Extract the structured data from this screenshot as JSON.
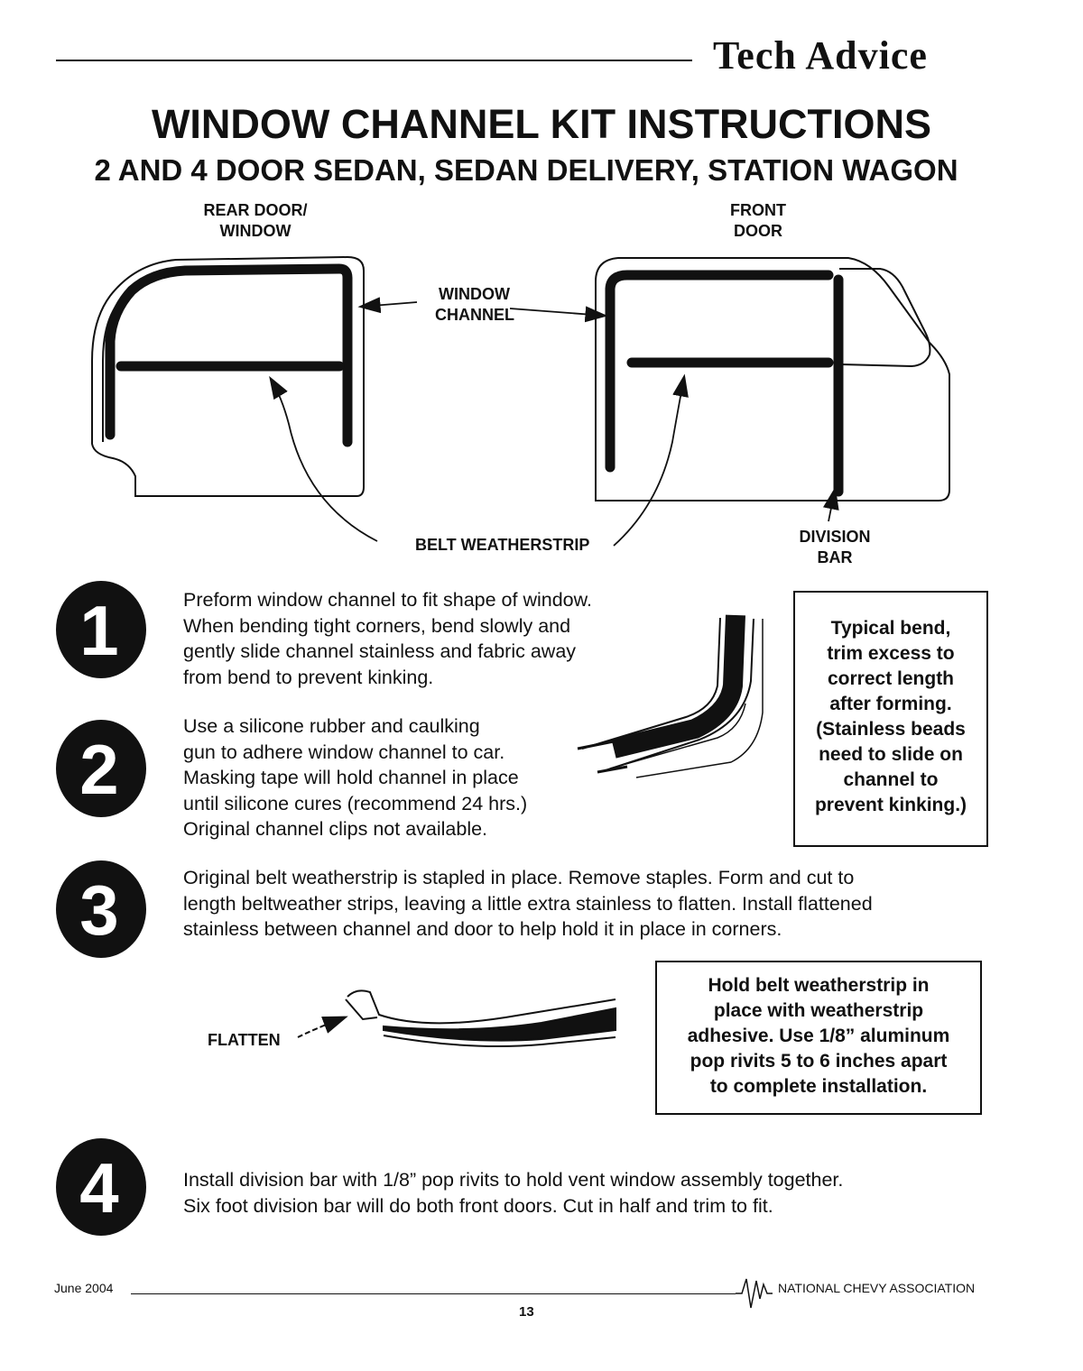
{
  "header": {
    "section": "Tech Advice"
  },
  "title": "WINDOW CHANNEL KIT INSTRUCTIONS",
  "subtitle": "2 AND 4 DOOR SEDAN, SEDAN DELIVERY, STATION WAGON",
  "diagram": {
    "rear_door_label": [
      "REAR DOOR/",
      "WINDOW"
    ],
    "front_door_label": [
      "FRONT",
      "DOOR"
    ],
    "window_channel_label": [
      "WINDOW",
      "CHANNEL"
    ],
    "belt_weatherstrip_label": "BELT WEATHERSTRIP",
    "division_bar_label": [
      "DIVISION",
      "BAR"
    ]
  },
  "steps": [
    {
      "number": "1",
      "paragraphs": [
        "Preform window channel to fit shape of window.",
        "When bending tight corners, bend slowly and",
        "gently slide channel stainless and fabric away",
        "from bend to prevent kinking."
      ]
    },
    {
      "number": "2",
      "paragraphs": [
        "Use a silicone rubber and caulking",
        "gun to adhere window channel to car.",
        "Masking tape will hold channel in place",
        "until silicone cures (recommend 24 hrs.)",
        "Original channel clips not available."
      ]
    },
    {
      "number": "3",
      "paragraphs": [
        "Original belt weatherstrip is stapled in place. Remove staples. Form and cut to",
        "length beltweather strips, leaving a little extra stainless to flatten. Install flattened",
        "stainless between channel and door to help hold it in place in corners."
      ]
    },
    {
      "number": "4",
      "paragraphs": [
        "Install division bar with 1/8” pop rivits to hold vent window assembly together.",
        "Six foot division bar will do both front doors. Cut in half and trim to fit."
      ]
    }
  ],
  "typical_bend_note": [
    "Typical bend,",
    "trim excess to",
    "correct length",
    "after forming.",
    "(Stainless beads",
    "need to slide on",
    "channel to",
    "prevent kinking.)"
  ],
  "flatten_label": "FLATTEN",
  "belt_note": [
    "Hold belt weatherstrip in",
    "place with weatherstrip",
    "adhesive. Use 1/8” aluminum",
    "pop rivits 5 to 6 inches apart",
    "to complete installation."
  ],
  "footer": {
    "date": "June 2004",
    "page": "13",
    "organization": "NATIONAL CHEVY ASSOCIATION"
  }
}
